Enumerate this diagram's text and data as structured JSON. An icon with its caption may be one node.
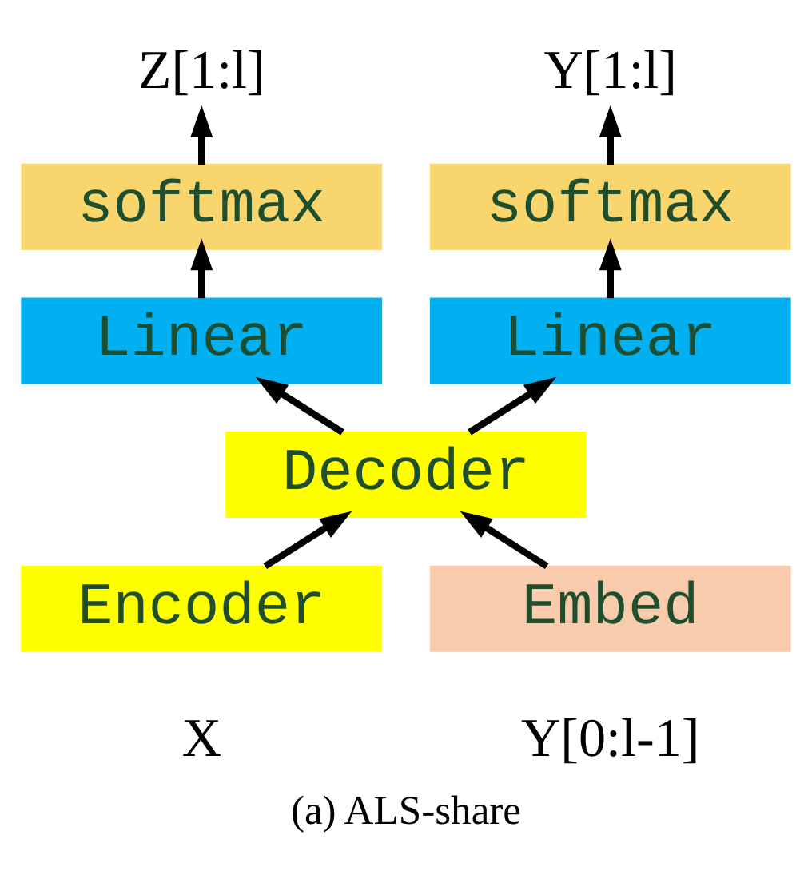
{
  "diagram": {
    "caption": "(a) ALS-share",
    "nodes": [
      {
        "text": [
          "Z[1:l]"
        ]
      },
      {
        "text": [
          "Y[1:l]"
        ]
      },
      {
        "text": [
          "softmax"
        ]
      },
      {
        "text": [
          "softmax"
        ]
      },
      {
        "text": [
          "Linear"
        ]
      },
      {
        "text": [
          "Linear"
        ]
      },
      {
        "text": [
          "Decoder"
        ]
      },
      {
        "text": [
          "Encoder"
        ],
        "beside": [
          "X"
        ]
      },
      {
        "text": [
          "Embed"
        ],
        "beside": [
          "Y[0:l-1]"
        ]
      }
    ],
    "edges": [
      {
        "from": 2,
        "to": 0,
        "arrow": "to"
      },
      {
        "from": 3,
        "to": 1,
        "arrow": "to"
      },
      {
        "from": 4,
        "to": 2,
        "arrow": "to"
      },
      {
        "from": 5,
        "to": 3,
        "arrow": "to"
      },
      {
        "from": 6,
        "to": 4,
        "arrow": "to"
      },
      {
        "from": 6,
        "to": 5,
        "arrow": "to"
      },
      {
        "from": 7,
        "to": 6,
        "arrow": "to"
      },
      {
        "from": 8,
        "to": 6,
        "arrow": "to"
      }
    ]
  }
}
